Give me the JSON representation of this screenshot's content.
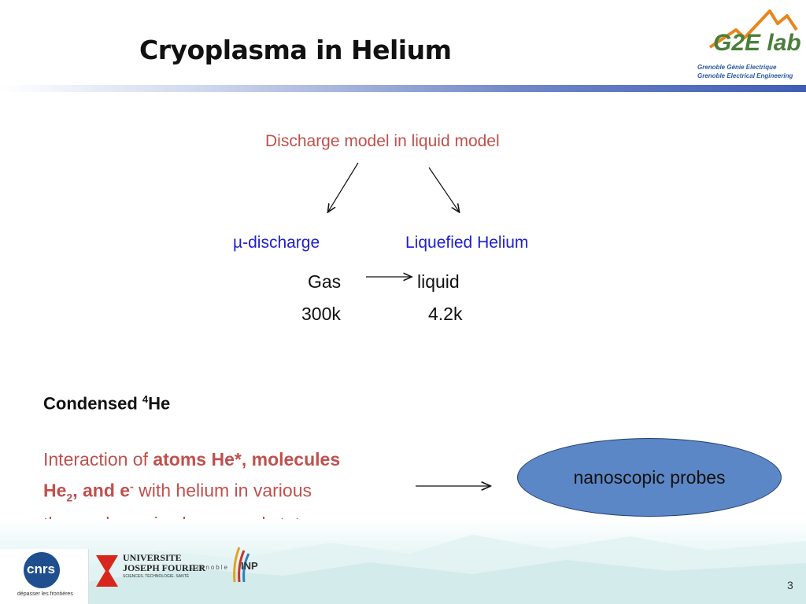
{
  "slide": {
    "title": "Cryoplasma in Helium",
    "page_number": "3"
  },
  "logo": {
    "g2e_mark": "G2E lab",
    "subtitle_fr": "Grenoble Génie Electrique",
    "subtitle_en": "Grenoble Electrical Engineering"
  },
  "diagram": {
    "top_label": "Discharge model in liquid model",
    "left_branch": "µ-discharge",
    "right_branch": "Liquefied Helium",
    "gas": "Gas",
    "liquid": "liquid",
    "temp_gas": "300k",
    "temp_liquid": "4.2k"
  },
  "condensed": {
    "heading_prefix": "Condensed ",
    "heading_sup": "4",
    "heading_suffix": "He",
    "line1_normal": "Interaction of ",
    "line1_bold": "atoms He*, molecules",
    "line2_bold_a": "He",
    "line2_sub": "2",
    "line2_bold_b": ", and e",
    "line2_sup": "-",
    "line2_normal": " with helium in various",
    "line3": "thermodynamic phases and states"
  },
  "result": {
    "label": "nanoscopic probes"
  },
  "footer_logos": {
    "cnrs_tagline": "dépasser les frontières",
    "ujf_name_1": "UNIVERSITE",
    "ujf_name_2": "JOSEPH FOURIER",
    "ujf_sub": "SCIENCES. TECHNOLOGIE. SANTÉ",
    "inp_prefix": "Grenoble",
    "inp_name": "INP"
  }
}
